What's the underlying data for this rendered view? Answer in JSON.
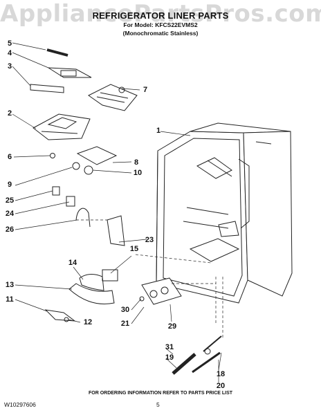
{
  "watermark": "AppliancePartsPros.com",
  "header": {
    "title": "REFRIGERATOR LINER PARTS",
    "model_line": "For Model: KFCS22EVMS2",
    "variant_line": "(Monochromatic Stainless)"
  },
  "callouts": {
    "c1": "1",
    "c2": "2",
    "c3": "3",
    "c4": "4",
    "c5": "5",
    "c6": "6",
    "c7": "7",
    "c8": "8",
    "c9": "9",
    "c10": "10",
    "c11": "11",
    "c12": "12",
    "c13": "13",
    "c14": "14",
    "c15": "15",
    "c18": "18",
    "c19": "19",
    "c20": "20",
    "c21": "21",
    "c23": "23",
    "c24": "24",
    "c25": "25",
    "c26": "26",
    "c29": "29",
    "c30": "30",
    "c31": "31"
  },
  "footer": {
    "ordering_note": "FOR ORDERING INFORMATION REFER TO PARTS PRICE LIST",
    "doc_number": "W10297606",
    "page_number": "5"
  }
}
